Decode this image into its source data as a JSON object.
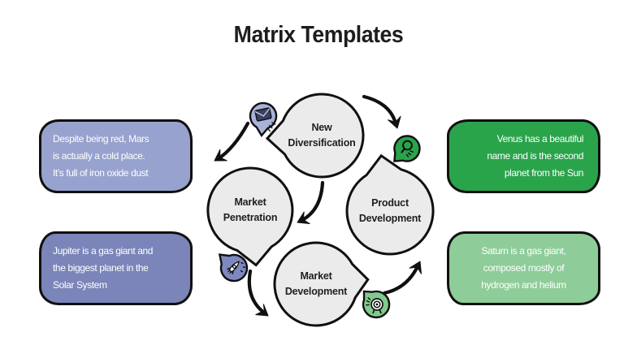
{
  "title": "Matrix Templates",
  "colors": {
    "title_text": "#1d1d1d",
    "outline": "#101010",
    "bubble_fill": "#ebebeb",
    "box_mars": "#98a2ce",
    "box_jupiter": "#7b85b9",
    "box_venus": "#2aa44b",
    "box_saturn": "#8ecd99",
    "pin_envelope_leaf": "#a9b2d8",
    "envelope": "#3a4163",
    "leaf_rocket": "#7e88c0",
    "leaf_magnifier": "#2aa44b",
    "leaf_target": "#82ca8e",
    "text_on_color": "#ffffff",
    "node_text": "#1f1f1f"
  },
  "boxes": [
    {
      "name": "mars",
      "text": "Despite being red, Mars\nis actually a cold place.\nIt's full of iron oxide dust"
    },
    {
      "name": "jupiter",
      "text": "Jupiter is a gas giant and\nthe biggest planet in the\nSolar System"
    },
    {
      "name": "venus",
      "text": "Venus has a beautiful\nname and is the second\nplanet from the Sun"
    },
    {
      "name": "saturn",
      "text": "Saturn is a gas giant,\ncomposed mostly of\nhydrogen and helium"
    }
  ],
  "diagram": {
    "nodes": [
      {
        "id": "new-diversification",
        "label": "New\nDiversification"
      },
      {
        "id": "market-penetration",
        "label": "Market\nPenetration"
      },
      {
        "id": "product-development",
        "label": "Product\nDevelopment"
      },
      {
        "id": "market-development",
        "label": "Market\nDevelopment"
      }
    ],
    "icons": [
      {
        "name": "envelope-pin-icon"
      },
      {
        "name": "magnifier-leaf-icon"
      },
      {
        "name": "rocket-leaf-icon"
      },
      {
        "name": "target-leaf-icon"
      }
    ]
  }
}
